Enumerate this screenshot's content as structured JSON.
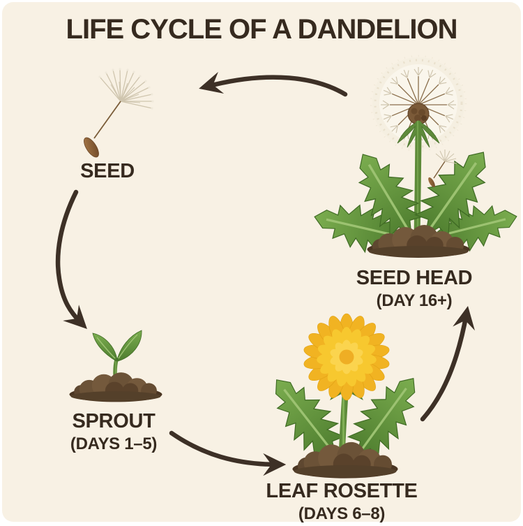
{
  "title": "LIFE CYCLE OF A DANDELION",
  "stages": {
    "seed": {
      "label": "SEED"
    },
    "sprout": {
      "label": "SPROUT",
      "sublabel": "(DAYS 1–5)"
    },
    "rosette": {
      "label": "LEAF ROSETTE",
      "sublabel": "(DAYS 6–8)"
    },
    "seedhead": {
      "label": "SEED HEAD",
      "sublabel": "(DAY 16+)"
    }
  },
  "colors": {
    "bg": "#f8f1e4",
    "text": "#362a1f",
    "arrow": "#3d3026",
    "flower_yellow": "#f5c22e",
    "leaf_green": "#649440",
    "soil_brown": "#5e4730",
    "pappus": "#cfc5ae"
  }
}
